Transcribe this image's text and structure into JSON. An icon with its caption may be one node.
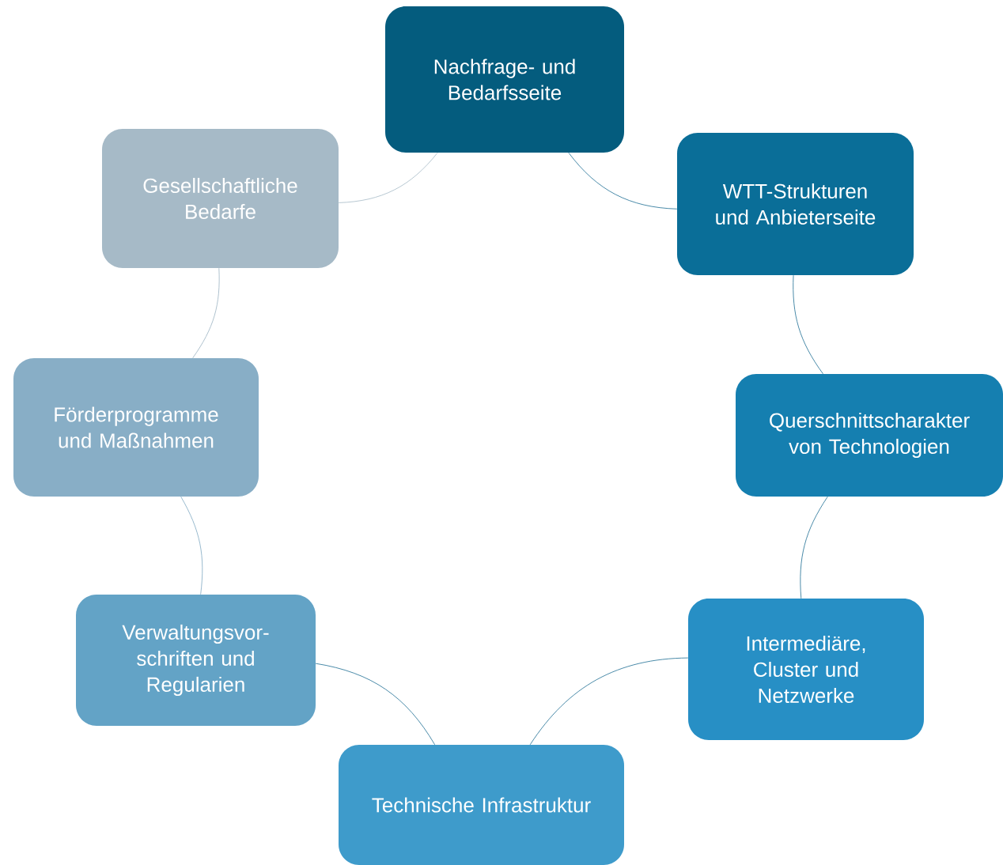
{
  "diagram": {
    "nodes": [
      {
        "text": [
          "Nachfrage- und Bedarfsseite"
        ]
      },
      {
        "text": [
          "WTT-Strukturen und Anbieterseite"
        ]
      },
      {
        "text": [
          "Querschnittscharakter von Technologien"
        ]
      },
      {
        "text": [
          "Intermediäre, Cluster und Netzwerke"
        ]
      },
      {
        "text": [
          "Technische Infrastruktur"
        ]
      },
      {
        "text": [
          "Verwaltungsvor- schriften und Regularien"
        ]
      },
      {
        "text": [
          "Förderprogramme und Maßnahmen"
        ]
      },
      {
        "text": [
          "Gesellschaftliche Bedarfe"
        ]
      }
    ],
    "edges": [
      {
        "from": 0,
        "to": 1,
        "arrow": "none"
      },
      {
        "from": 1,
        "to": 2,
        "arrow": "none"
      },
      {
        "from": 2,
        "to": 3,
        "arrow": "none"
      },
      {
        "from": 3,
        "to": 4,
        "arrow": "none"
      },
      {
        "from": 4,
        "to": 5,
        "arrow": "none"
      },
      {
        "from": 5,
        "to": 6,
        "arrow": "none",
        "color": "#7fa8c2"
      },
      {
        "from": 6,
        "to": 7,
        "arrow": "none",
        "color": "#9bb2c1"
      },
      {
        "from": 7,
        "to": 0,
        "arrow": "none",
        "color": "#a6bac7"
      }
    ]
  }
}
